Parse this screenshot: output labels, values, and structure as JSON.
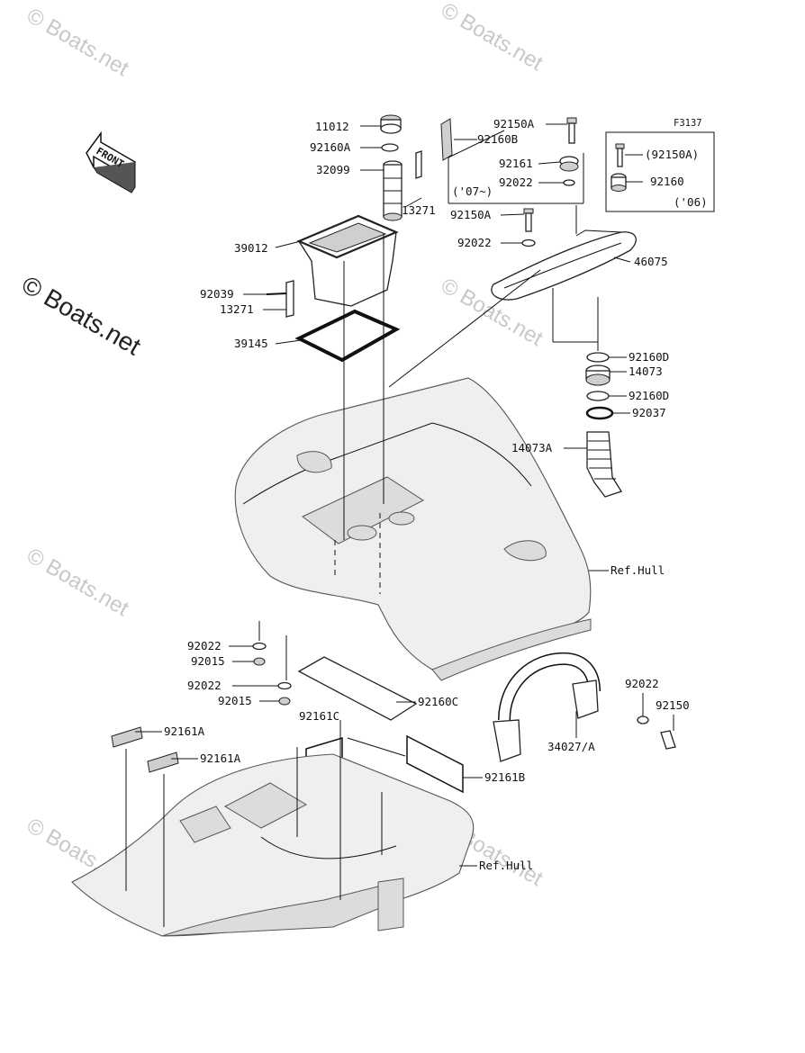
{
  "diagram_code": "F3137",
  "front_label": "FRONT",
  "watermark": "© Boats.net",
  "refs": {
    "hull_top": "Ref.Hull",
    "hull_bottom": "Ref.Hull"
  },
  "labels": [
    "11012",
    "92160A",
    "32099",
    "13271",
    "39012",
    "92039",
    "13271",
    "39145",
    "92150A",
    "92160B",
    "92161",
    "92022",
    "('07~)",
    "92150A",
    "92022",
    "46075",
    "(92150A)",
    "92160",
    "('06)",
    "92160D",
    "14073",
    "92160D",
    "92037",
    "14073A",
    "92022",
    "92015",
    "92022",
    "92015",
    "92160C",
    "92161A",
    "92161A",
    "92161C",
    "92161B",
    "92022",
    "92150",
    "34027/A"
  ]
}
